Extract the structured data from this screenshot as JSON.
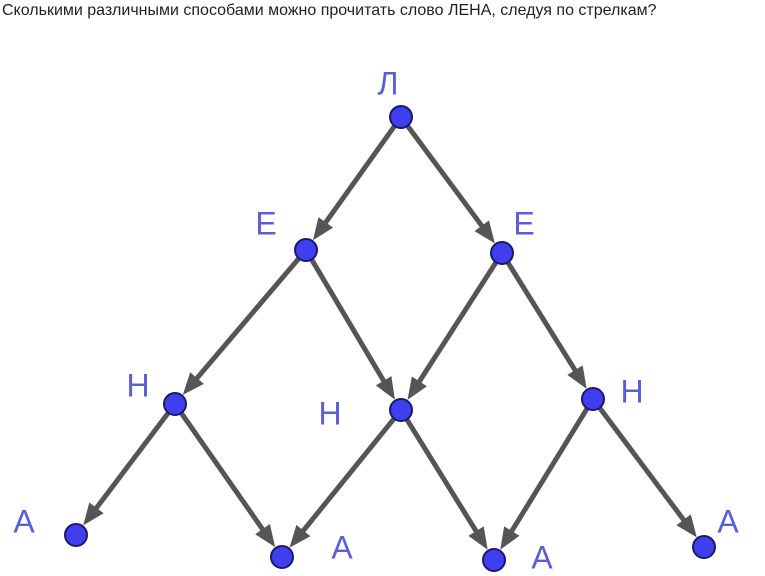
{
  "question": "Сколькими различными способами можно прочитать слово ЛЕНА, следуя по стрелкам?",
  "colors": {
    "node_fill": "#3f3ff0",
    "label": "#5a5fd6",
    "arrow": "#555555"
  },
  "nodes": [
    {
      "id": "L",
      "label": "Л"
    },
    {
      "id": "E1",
      "label": "Е"
    },
    {
      "id": "E2",
      "label": "Е"
    },
    {
      "id": "N1",
      "label": "Н"
    },
    {
      "id": "N2",
      "label": "Н"
    },
    {
      "id": "N3",
      "label": "Н"
    },
    {
      "id": "A1",
      "label": "А"
    },
    {
      "id": "A2",
      "label": "А"
    },
    {
      "id": "A3",
      "label": "А"
    },
    {
      "id": "A4",
      "label": "А"
    }
  ],
  "edges": [
    [
      "L",
      "E1"
    ],
    [
      "L",
      "E2"
    ],
    [
      "E1",
      "N1"
    ],
    [
      "E1",
      "N2"
    ],
    [
      "E2",
      "N2"
    ],
    [
      "E2",
      "N3"
    ],
    [
      "N1",
      "A1"
    ],
    [
      "N1",
      "A2"
    ],
    [
      "N2",
      "A2"
    ],
    [
      "N2",
      "A3"
    ],
    [
      "N3",
      "A3"
    ],
    [
      "N3",
      "A4"
    ]
  ]
}
